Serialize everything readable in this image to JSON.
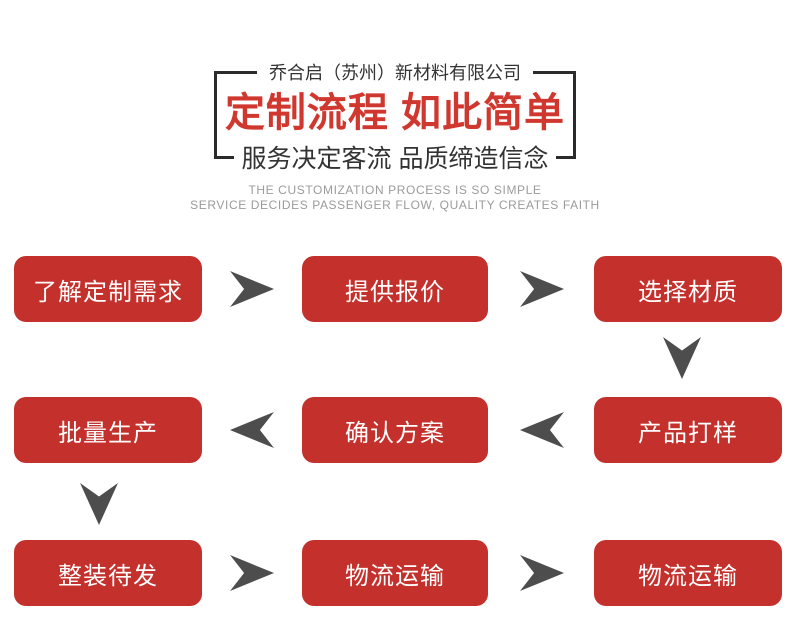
{
  "header": {
    "company_name": "乔合启（苏州）新材料有限公司",
    "title": "定制流程 如此简单",
    "slogan": "服务决定客流 品质缔造信念",
    "subtitle_en_line1": "THE CUSTOMIZATION PROCESS IS SO SIMPLE",
    "subtitle_en_line2": "SERVICE DECIDES PASSENGER FLOW, QUALITY CREATES FAITH"
  },
  "colors": {
    "box_red": "#c4302b",
    "title_red": "#d0382f",
    "line_dark": "#2b2b2b",
    "text_dark": "#333333",
    "en_gray": "#9b9b9b",
    "arrow_gray": "#4d4d4d"
  },
  "flow": {
    "rows": [
      {
        "steps": [
          "了解定制需求",
          "提供报价",
          "选择材质"
        ],
        "arrow_direction": "right",
        "row_end_connector": "down-at-right"
      },
      {
        "steps": [
          "批量生产",
          "确认方案",
          "产品打样"
        ],
        "arrow_direction": "left",
        "row_end_connector": "down-at-left"
      },
      {
        "steps": [
          "整装待发",
          "物流运输",
          "物流运输"
        ],
        "arrow_direction": "right",
        "row_end_connector": "none"
      }
    ]
  }
}
